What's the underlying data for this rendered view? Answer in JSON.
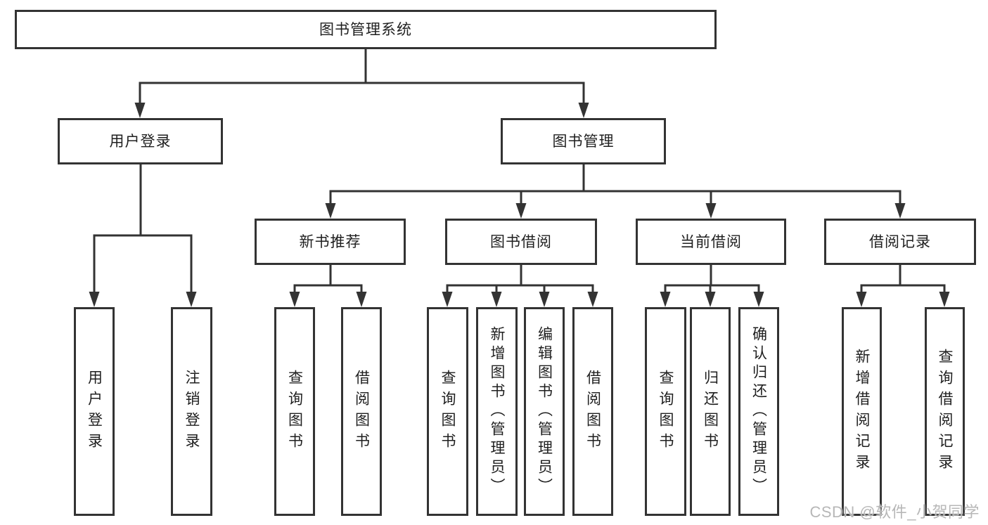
{
  "diagram": {
    "type": "hierarchy-tree",
    "nodes": {
      "root": "图书管理系统",
      "level2": {
        "user_login": "用户登录",
        "book_management": "图书管理"
      },
      "level3": {
        "new_book": "新书推荐",
        "book_borrow": "图书借阅",
        "current_borrow": "当前借阅",
        "borrow_record": "借阅记录"
      },
      "leaves": {
        "user_login": [
          "用户登录",
          "注销登录"
        ],
        "new_book": [
          "查询图书",
          "借阅图书"
        ],
        "book_borrow": [
          "查询图书",
          "新增图书（管理员）",
          "编辑图书（管理员）",
          "借阅图书"
        ],
        "current_borrow": [
          "查询图书",
          "归还图书",
          "确认归还（管理员）"
        ],
        "borrow_record": [
          "新增借阅记录",
          "查询借阅记录"
        ]
      }
    }
  },
  "watermark": {
    "text": "CSDN @软件_小贺同学"
  },
  "colors": {
    "line": "#333333",
    "box_border": "#333333",
    "text": "#1f1f1f",
    "watermark": "#b7b7b7",
    "background": "#ffffff"
  }
}
